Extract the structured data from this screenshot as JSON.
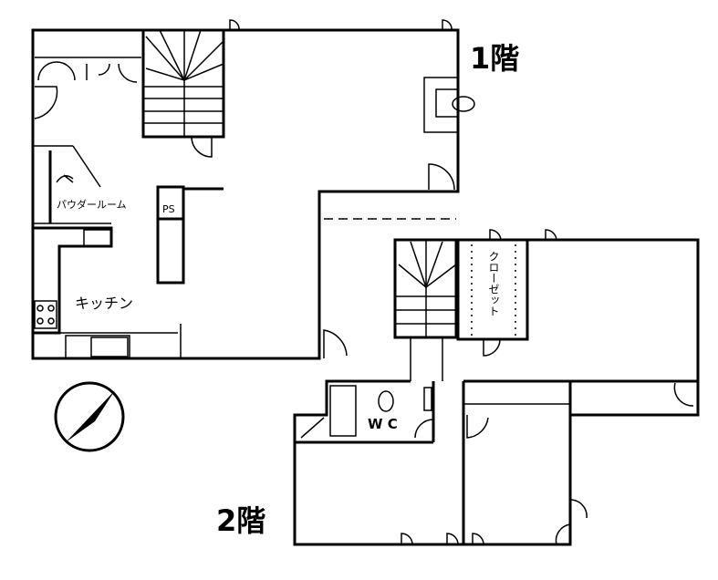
{
  "floors": {
    "first": {
      "label": "1階",
      "rooms": {
        "powder_room": "パウダールーム",
        "kitchen": "キッチン",
        "ps": "PS"
      }
    },
    "second": {
      "label": "2階",
      "rooms": {
        "closet": "クローゼット",
        "wc": "W C"
      }
    }
  },
  "compass": {
    "icon": "north-arrow-icon"
  }
}
